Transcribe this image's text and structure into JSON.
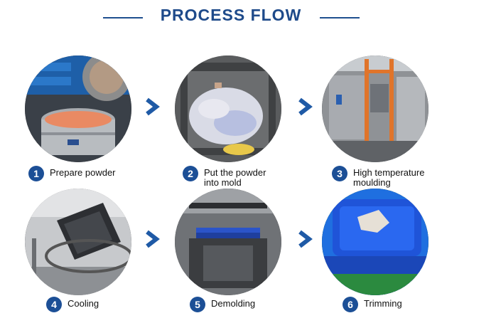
{
  "title": "PROCESS FLOW",
  "colors": {
    "accent": "#1e4a8a",
    "badge": "#1c4f96",
    "arrow": "#1f5aa6"
  },
  "icons": {
    "arrow": "chevron-right-icon"
  },
  "steps": [
    {
      "number": "1",
      "label": "Prepare powder",
      "photo": "photo-prepare-powder"
    },
    {
      "number": "2",
      "label": "Put the powder\ninto mold",
      "photo": "photo-powder-in-mold"
    },
    {
      "number": "3",
      "label": "High temperature\nmoulding",
      "photo": "photo-moulding-machine"
    },
    {
      "number": "4",
      "label": "Cooling",
      "photo": "photo-cooling"
    },
    {
      "number": "5",
      "label": "Demolding",
      "photo": "photo-demolding"
    },
    {
      "number": "6",
      "label": "Trimming",
      "photo": "photo-trimming"
    }
  ]
}
